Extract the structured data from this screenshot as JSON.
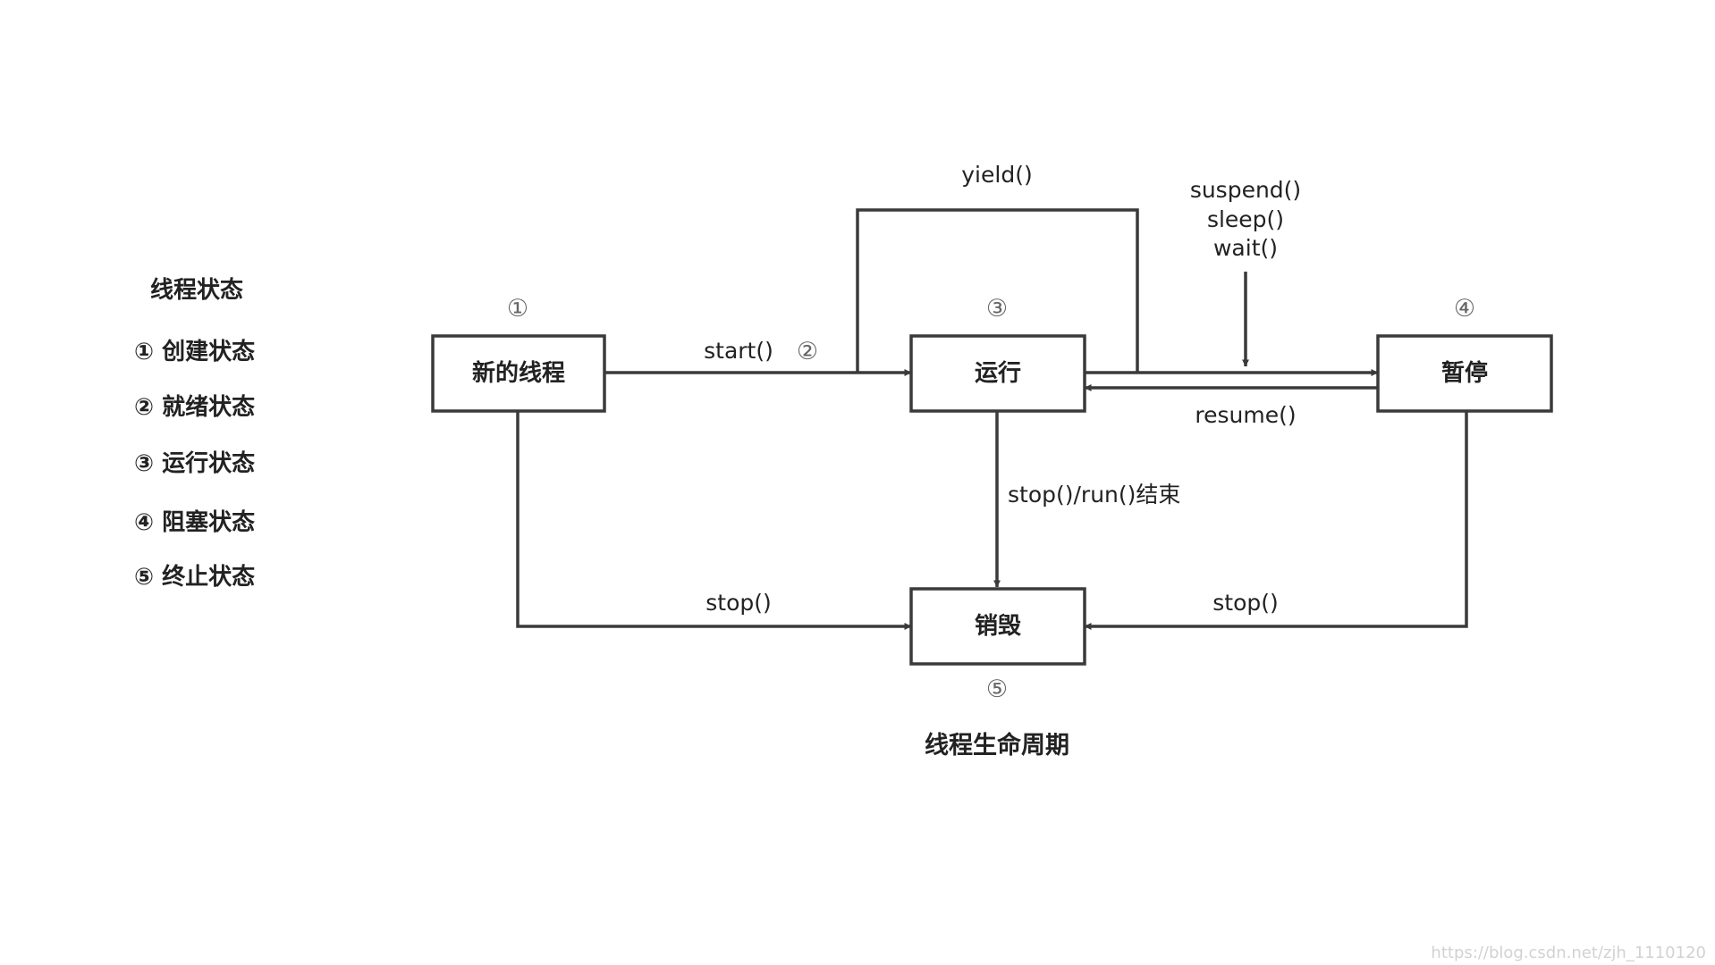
{
  "legend": {
    "title": "线程状态",
    "items": [
      "① 创建状态",
      "② 就绪状态",
      "③ 运行状态",
      "④ 阻塞状态",
      "⑤ 终止状态"
    ]
  },
  "states": {
    "new": {
      "label": "新的线程",
      "marker": "①"
    },
    "running": {
      "label": "运行",
      "marker": "③"
    },
    "paused": {
      "label": "暂停",
      "marker": "④"
    },
    "destroyed": {
      "label": "销毁",
      "marker": "⑤"
    }
  },
  "transitions": {
    "start": "start()",
    "ready_marker": "②",
    "yield": "yield()",
    "suspend": [
      "suspend()",
      "sleep()",
      "wait()"
    ],
    "resume": "resume()",
    "stop_run_end": "stop()/run()结束",
    "stop_from_new": "stop()",
    "stop_from_paused": "stop()"
  },
  "caption": "线程生命周期",
  "watermark": "https://blog.csdn.net/zjh_1110120",
  "colors": {
    "line": "#3a3a3a",
    "text": "#222222",
    "marker": "#666666",
    "watermark": "#d2d2d2"
  }
}
